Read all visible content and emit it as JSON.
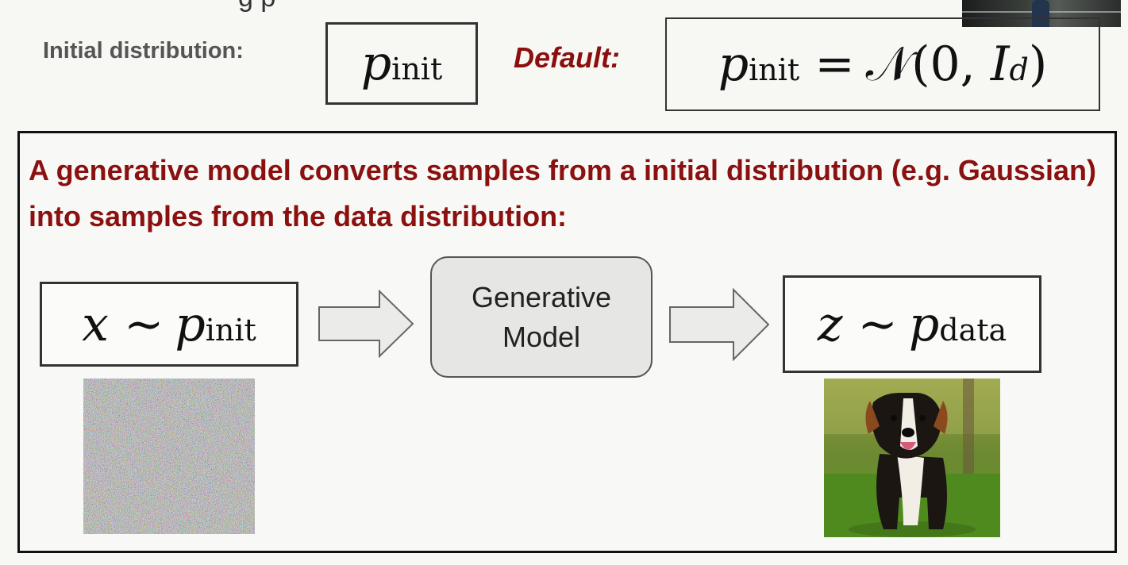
{
  "slide": {
    "top_fragment": "g                    p",
    "initial_label": "Initial distribution:",
    "default_label": "Default:",
    "headline": "A generative model converts samples from a initial distribution (e.g. Gaussian) into samples from the data distribution:",
    "model_label_line1": "Generative",
    "model_label_line2": "Model"
  },
  "math": {
    "p": "p",
    "init_sub": "init",
    "equals": "=",
    "normal": "𝒩",
    "normal_args_open": "(0, ",
    "identity": "I",
    "identity_sub": "d",
    "normal_args_close": ")",
    "x": "x",
    "z": "z",
    "tilde": "∼",
    "data_sub": "data"
  },
  "colors": {
    "headline": "#8b1010",
    "default_label": "#8b0f0f",
    "initial_label": "#555555"
  }
}
